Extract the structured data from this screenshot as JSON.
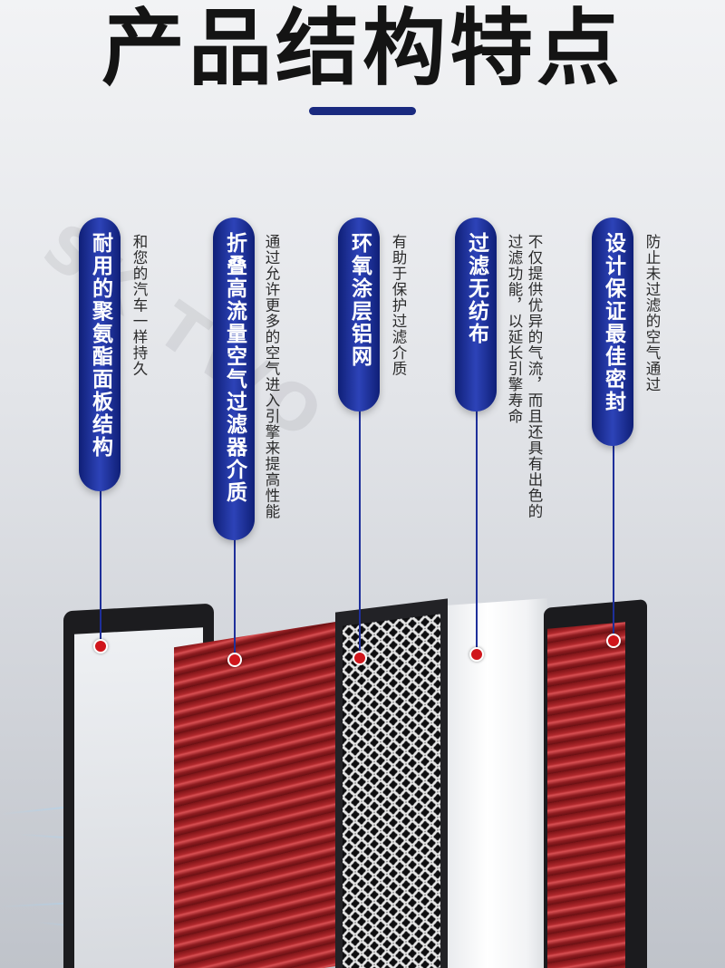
{
  "title": "产品结构特点",
  "watermark": "SK TWO",
  "colors": {
    "pill": "#1a2a80",
    "connector": "#1e2f9a",
    "dot": "#d0161c",
    "filter_red": "#b0282c"
  },
  "features": [
    {
      "label": "耐用的聚氨酯面板结构",
      "description": "和您的汽车一样持久"
    },
    {
      "label": "折叠高流量空气过滤器介质",
      "description": "通过允许更多的空气进入引擎来提高性能"
    },
    {
      "label": "环氧涂层铝网",
      "description": "有助于保护过滤介质"
    },
    {
      "label": "过滤无纺布",
      "description": "不仅提供优异的气流，而且还具有出色的过滤功能，以延长引擎寿命"
    },
    {
      "label": "设计保证最佳密封",
      "description": "防止未过滤的空气通过"
    }
  ]
}
